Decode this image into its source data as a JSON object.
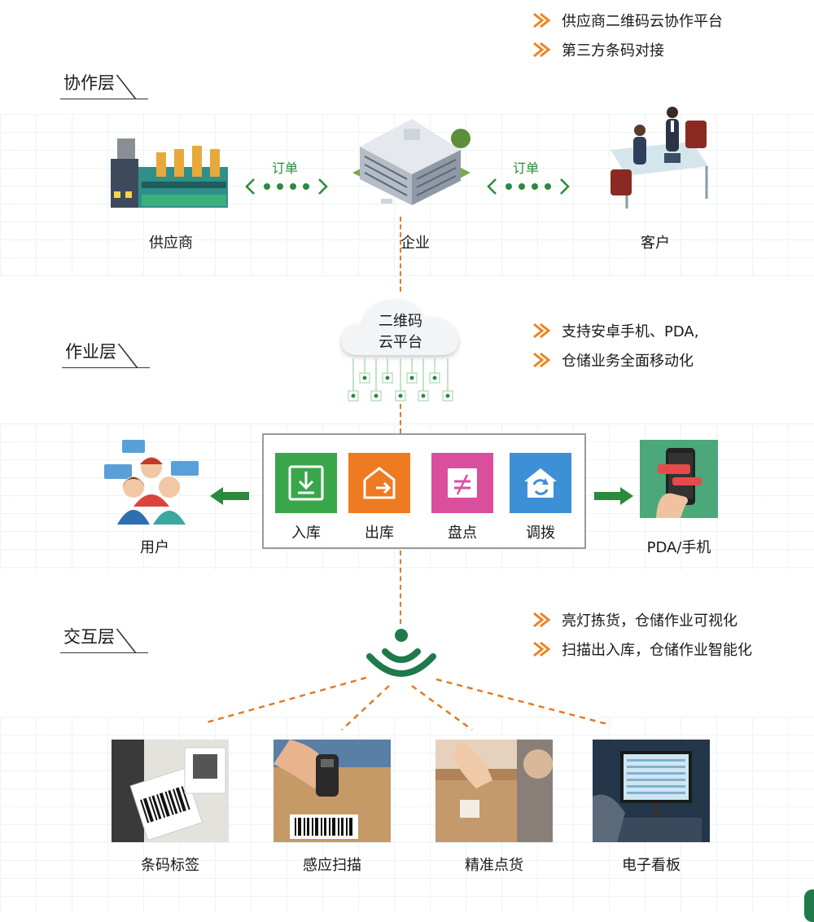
{
  "layers": {
    "collab": {
      "title": "协作层"
    },
    "operation": {
      "title": "作业层"
    },
    "interaction": {
      "title": "交互层"
    }
  },
  "bullets": {
    "collab": [
      "供应商二维码云协作平台",
      "第三方条码对接"
    ],
    "operation": [
      "支持安卓手机、PDA,",
      "仓储业务全面移动化"
    ],
    "interaction": [
      "亮灯拣货，仓储作业可视化",
      "扫描出入库，仓储作业智能化"
    ]
  },
  "collab_nodes": {
    "supplier": "供应商",
    "enterprise": "企业",
    "customer": "客户",
    "order_left": "订单",
    "order_right": "订单"
  },
  "cloud": {
    "line1": "二维码",
    "line2": "云平台"
  },
  "operation_nodes": {
    "user": "用户",
    "device": "PDA/手机"
  },
  "ops": [
    {
      "label": "入库",
      "color": "#3aa64a"
    },
    {
      "label": "出库",
      "color": "#ee7a22"
    },
    {
      "label": "盘点",
      "color": "#d94f9e"
    },
    {
      "label": "调拨",
      "color": "#3d8fd6"
    }
  ],
  "devices": [
    "条码标签",
    "感应扫描",
    "精准点货",
    "电子看板"
  ],
  "colors": {
    "green": "#2b8a3e",
    "orange": "#e07b26",
    "accent_arrow": "#f0821e"
  }
}
